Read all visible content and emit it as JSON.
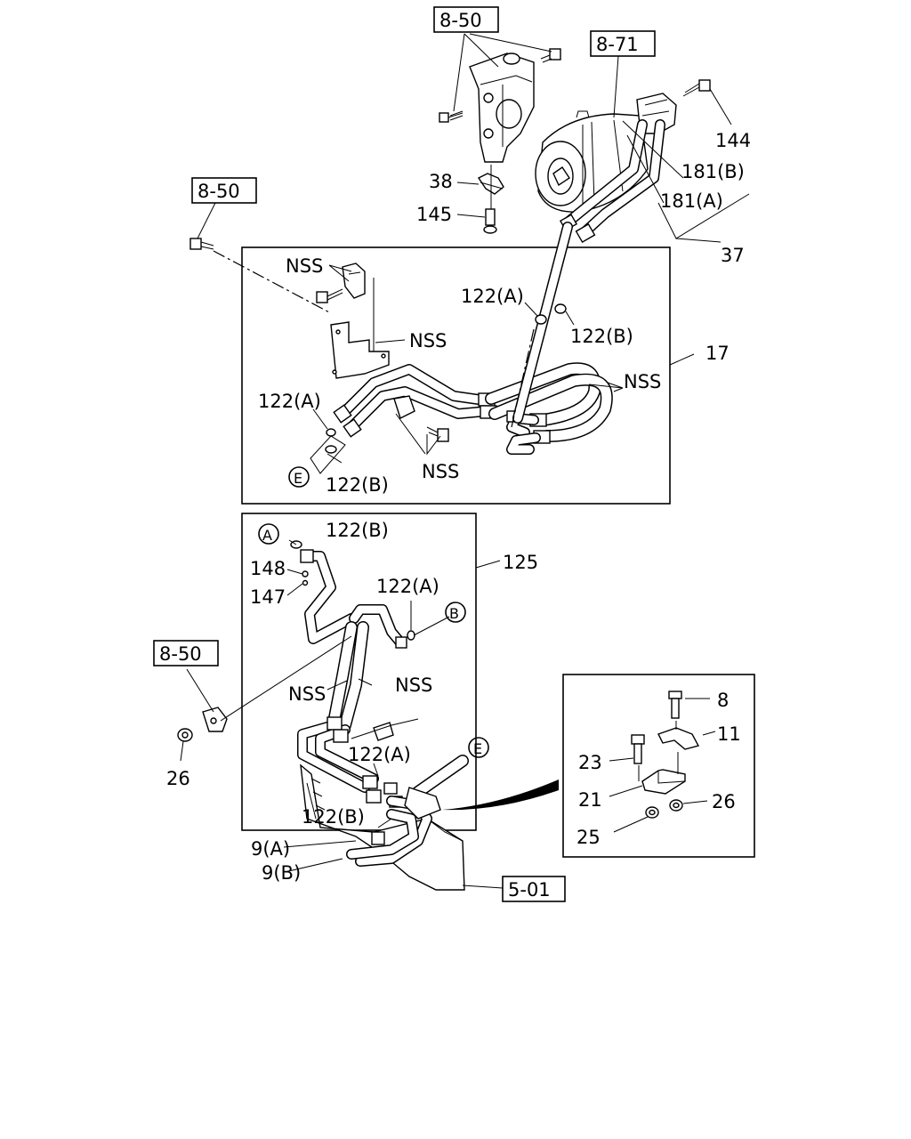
{
  "refs": {
    "ref_850_top": "8-50",
    "ref_871": "8-71",
    "ref_850_left": "8-50",
    "ref_850_mid": "8-50",
    "ref_501": "5-01"
  },
  "labels": {
    "p144": "144",
    "p181b": "181(B)",
    "p181a": "181(A)",
    "p37": "37",
    "p38": "38",
    "p145": "145",
    "nss_1": "NSS",
    "nss_2": "NSS",
    "p122a_1": "122(A)",
    "p122b_1": "122(B)",
    "p17": "17",
    "nss_3": "NSS",
    "p122a_2": "122(A)",
    "p122b_2": "122(B)",
    "nss_4": "NSS",
    "p122b_3": "122(B)",
    "p148": "148",
    "p147": "147",
    "p122a_3": "122(A)",
    "p125": "125",
    "nss_5": "NSS",
    "nss_6": "NSS",
    "p26_left": "26",
    "p122a_4": "122(A)",
    "p122b_4": "122(B)",
    "p9a": "9(A)",
    "p9b": "9(B)",
    "p8": "8",
    "p11": "11",
    "p23": "23",
    "p21": "21",
    "p26_right": "26",
    "p25": "25"
  },
  "markers": {
    "m_a": "A",
    "m_b": "B",
    "m_e_top": "E",
    "m_e_bottom": "E"
  }
}
